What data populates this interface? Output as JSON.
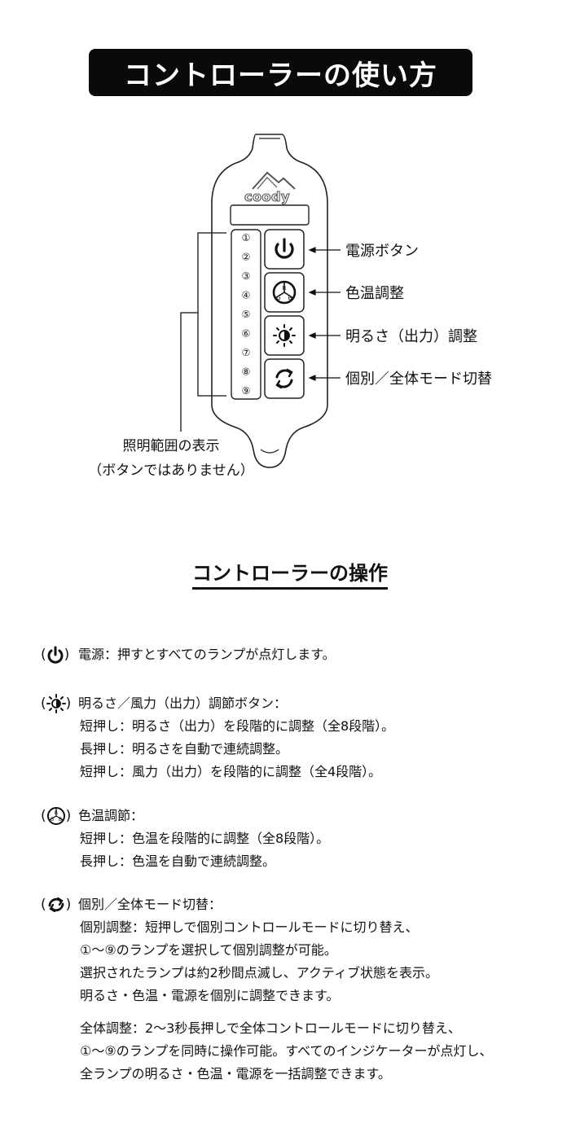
{
  "header": {
    "title": "コントローラーの使い方"
  },
  "device": {
    "brand": "coody",
    "indicators": [
      "①",
      "②",
      "③",
      "④",
      "⑤",
      "⑥",
      "⑦",
      "⑧",
      "⑨"
    ],
    "rgb": [
      "R",
      "G",
      "B"
    ]
  },
  "callouts": {
    "power": "電源ボタン",
    "color_temp": "色温調整",
    "brightness": "明るさ（出力）調整",
    "mode": "個別／全体モード切替",
    "range_line1": "照明範囲の表示",
    "range_line2": "（ボタンではありません）"
  },
  "operations": {
    "title": "コントローラーの操作",
    "power": {
      "head": "電源：押すとすべてのランプが点灯します。"
    },
    "brightness": {
      "head": "明るさ／風力（出力）調節ボタン：",
      "lines": [
        "短押し：明るさ（出力）を段階的に調整（全8段階）。",
        "長押し：明るさを自動で連続調整。",
        "短押し：風力（出力）を段階的に調整（全4段階）。"
      ]
    },
    "color": {
      "head": "色温調節：",
      "lines": [
        "短押し：色温を段階的に調整（全8段階）。",
        "長押し：色温を自動で連続調整。"
      ]
    },
    "mode": {
      "head": "個別／全体モード切替：",
      "lines": [
        "個別調整：短押しで個別コントロールモードに切り替え、",
        "①～⑨のランプを選択して個別調整が可能。",
        "選択されたランプは約2秒間点滅し、アクティブ状態を表示。",
        "明るさ・色温・電源を個別に調整できます。"
      ],
      "lines2": [
        "全体調整：2～3秒長押しで全体コントロールモードに切り替え、",
        "①～⑨のランプを同時に操作可能。すべてのインジケーターが点灯し、",
        "全ランプの明るさ・色温・電源を一括調整できます。"
      ]
    }
  }
}
